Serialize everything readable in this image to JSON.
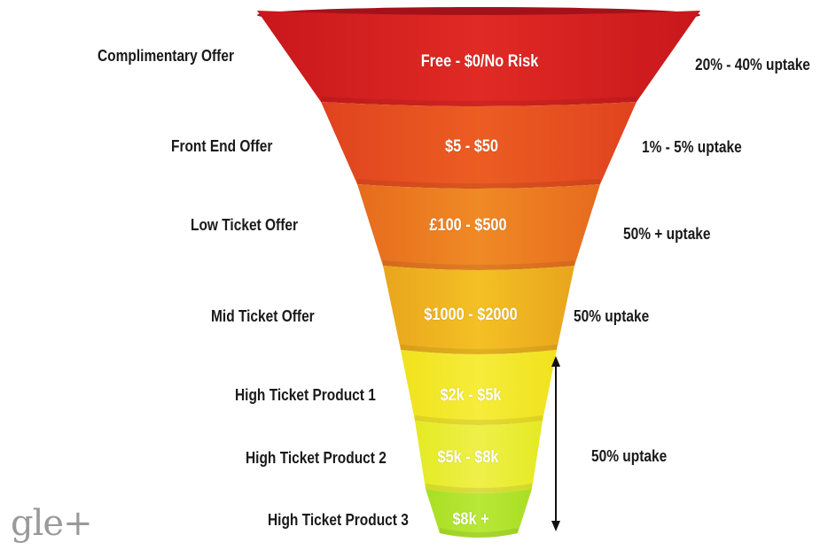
{
  "funnel": {
    "stages": [
      {
        "name": "Complimentary Offer",
        "price": "Free - $0/No Risk",
        "uptake": "20% - 40% uptake",
        "color_top": "#c8171c",
        "color_bottom": "#e02a24"
      },
      {
        "name": "Front End Offer",
        "price": "$5 - $50",
        "uptake": "1% - 5% uptake",
        "color_top": "#e0431f",
        "color_bottom": "#ec5d22"
      },
      {
        "name": "Low Ticket Offer",
        "price": "£100 - $500",
        "uptake": "50% + uptake",
        "color_top": "#e66b1d",
        "color_bottom": "#f08a25"
      },
      {
        "name": "Mid Ticket Offer",
        "price": "$1000 - $2000",
        "uptake": "50% uptake",
        "color_top": "#e8a51d",
        "color_bottom": "#f4c024"
      },
      {
        "name": "High Ticket Product 1",
        "price": "$2k - $5k",
        "color_top": "#f0e21c",
        "color_bottom": "#f6ec3a"
      },
      {
        "name": "High Ticket Product 2",
        "price": "$5k - $8k",
        "color_top": "#e4ea22",
        "color_bottom": "#eef04a"
      },
      {
        "name": "High Ticket Product 3",
        "price": "$8k +",
        "color_top": "#a9df22",
        "color_bottom": "#b8e838"
      }
    ],
    "group_uptake": "50% uptake"
  },
  "watermark": "gle+"
}
